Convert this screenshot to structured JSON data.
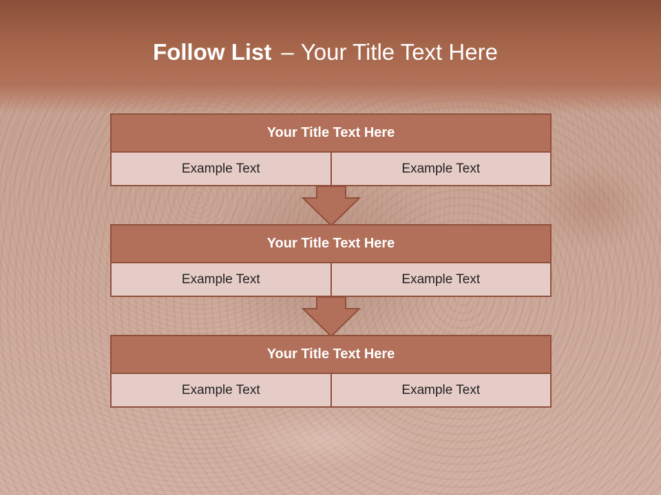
{
  "slide": {
    "title_bold": "Follow List",
    "title_separator": "–",
    "title_rest": "Your Title Text Here"
  },
  "blocks": [
    {
      "title": "Your Title Text Here",
      "left": "Example Text",
      "right": "Example Text"
    },
    {
      "title": "Your Title Text Here",
      "left": "Example Text",
      "right": "Example Text"
    },
    {
      "title": "Your Title Text Here",
      "left": "Example Text",
      "right": "Example Text"
    }
  ],
  "colors": {
    "header": "#a5654b",
    "block_title": "#b2705a",
    "cell": "#e6ccc7",
    "border": "#8f4f3b"
  }
}
